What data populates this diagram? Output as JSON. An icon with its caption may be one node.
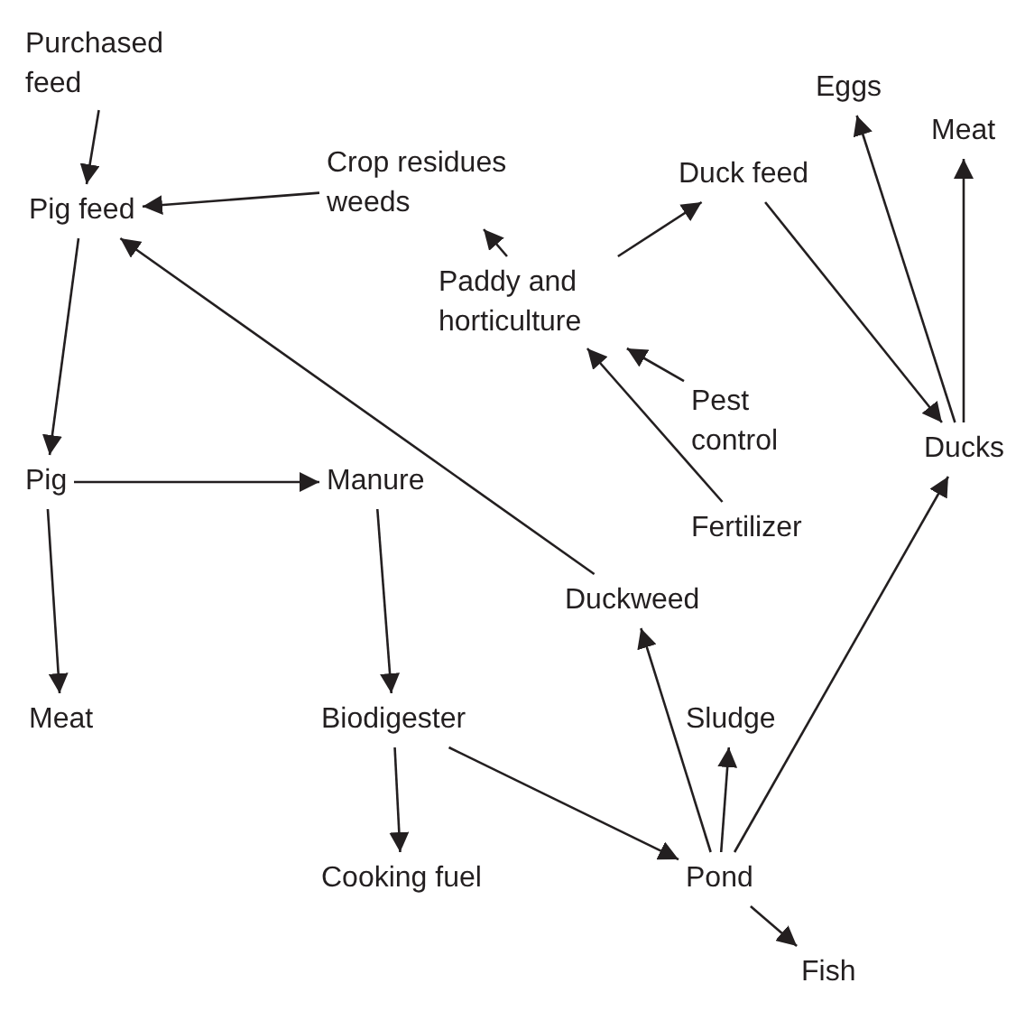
{
  "diagram": {
    "nodes": [
      {
        "text": [
          "Purchased feed"
        ]
      },
      {
        "text": [
          "Pig feed"
        ]
      },
      {
        "text": [
          "Crop residues weeds"
        ]
      },
      {
        "text": [
          "Duck feed"
        ]
      },
      {
        "text": [
          "Paddy and horticulture"
        ]
      },
      {
        "text": [
          "Pest control"
        ]
      },
      {
        "text": [
          "Eggs"
        ]
      },
      {
        "text": [
          "Meat"
        ]
      },
      {
        "text": [
          "Ducks"
        ]
      },
      {
        "text": [
          "Pig"
        ]
      },
      {
        "text": [
          "Manure"
        ]
      },
      {
        "text": [
          "Fertilizer"
        ]
      },
      {
        "text": [
          "Duckweed"
        ]
      },
      {
        "text": [
          "Meat"
        ]
      },
      {
        "text": [
          "Biodigester"
        ]
      },
      {
        "text": [
          "Sludge"
        ]
      },
      {
        "text": [
          "Cooking fuel"
        ]
      },
      {
        "text": [
          "Pond"
        ]
      },
      {
        "text": [
          "Fish"
        ]
      }
    ],
    "edges": [
      {
        "from": 0,
        "to": 1,
        "arrow": "to"
      },
      {
        "from": 2,
        "to": 1,
        "arrow": "to"
      },
      {
        "from": 4,
        "to": 2,
        "arrow": "to"
      },
      {
        "from": 4,
        "to": 3,
        "arrow": "to"
      },
      {
        "from": 3,
        "to": 8,
        "arrow": "to"
      },
      {
        "from": 8,
        "to": 6,
        "arrow": "to"
      },
      {
        "from": 8,
        "to": 7,
        "arrow": "to"
      },
      {
        "from": 5,
        "to": 4,
        "arrow": "to"
      },
      {
        "from": 11,
        "to": 4,
        "arrow": "to"
      },
      {
        "from": 12,
        "to": 1,
        "arrow": "to"
      },
      {
        "from": 1,
        "to": 9,
        "arrow": "to"
      },
      {
        "from": 9,
        "to": 10,
        "arrow": "to"
      },
      {
        "from": 9,
        "to": 13,
        "arrow": "to"
      },
      {
        "from": 10,
        "to": 14,
        "arrow": "to"
      },
      {
        "from": 14,
        "to": 16,
        "arrow": "to"
      },
      {
        "from": 14,
        "to": 17,
        "arrow": "to"
      },
      {
        "from": 17,
        "to": 12,
        "arrow": "to"
      },
      {
        "from": 17,
        "to": 15,
        "arrow": "to"
      },
      {
        "from": 17,
        "to": 8,
        "arrow": "to"
      },
      {
        "from": 17,
        "to": 18,
        "arrow": "to"
      }
    ]
  }
}
